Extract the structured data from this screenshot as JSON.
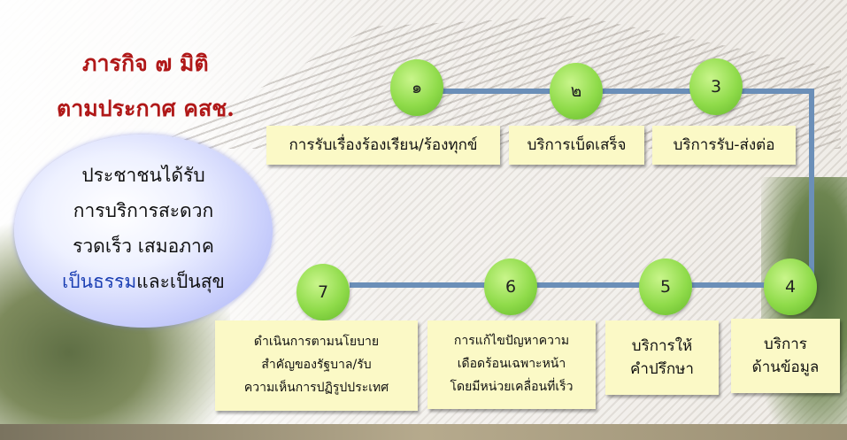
{
  "title": {
    "line1": "ภารกิจ ๗ มิติ",
    "line2": "ตามประกาศ คสช."
  },
  "oval": {
    "line1": "ประชาชนได้รับ",
    "line2": "การบริการสะดวก",
    "line3": "รวดเร็ว เสมอภาค",
    "line4_blue": "เป็นธรรม",
    "line4_rest": "และเป็นสุข"
  },
  "steps": [
    {
      "num": "๑",
      "lines": [
        "การรับเรื่องร้องเรียน/ร้องทุกข์"
      ]
    },
    {
      "num": "๒",
      "lines": [
        "บริการเบ็ดเสร็จ"
      ]
    },
    {
      "num": "3",
      "lines": [
        "บริการรับ-ส่งต่อ"
      ]
    },
    {
      "num": "4",
      "lines": [
        "บริการ",
        "ด้านข้อมูล"
      ]
    },
    {
      "num": "5",
      "lines": [
        "บริการให้",
        "คำปรึกษา"
      ]
    },
    {
      "num": "6",
      "lines": [
        "การแก้ไขปัญหาความ",
        "เดือดร้อนเฉพาะหน้า",
        "โดยมีหน่วยเคลื่อนที่เร็ว"
      ]
    },
    {
      "num": "7",
      "lines": [
        "ดำเนินการตามนโยบาย",
        "สำคัญของรัฐบาล/รับ",
        "ความเห็นการปฏิรูปประเทศ"
      ]
    }
  ],
  "colors": {
    "title": "#b01818",
    "connector": "#6b8fb8",
    "circle": "#8fdb4a",
    "box": "#fbf9c6",
    "highlight": "#1b3fb3"
  }
}
